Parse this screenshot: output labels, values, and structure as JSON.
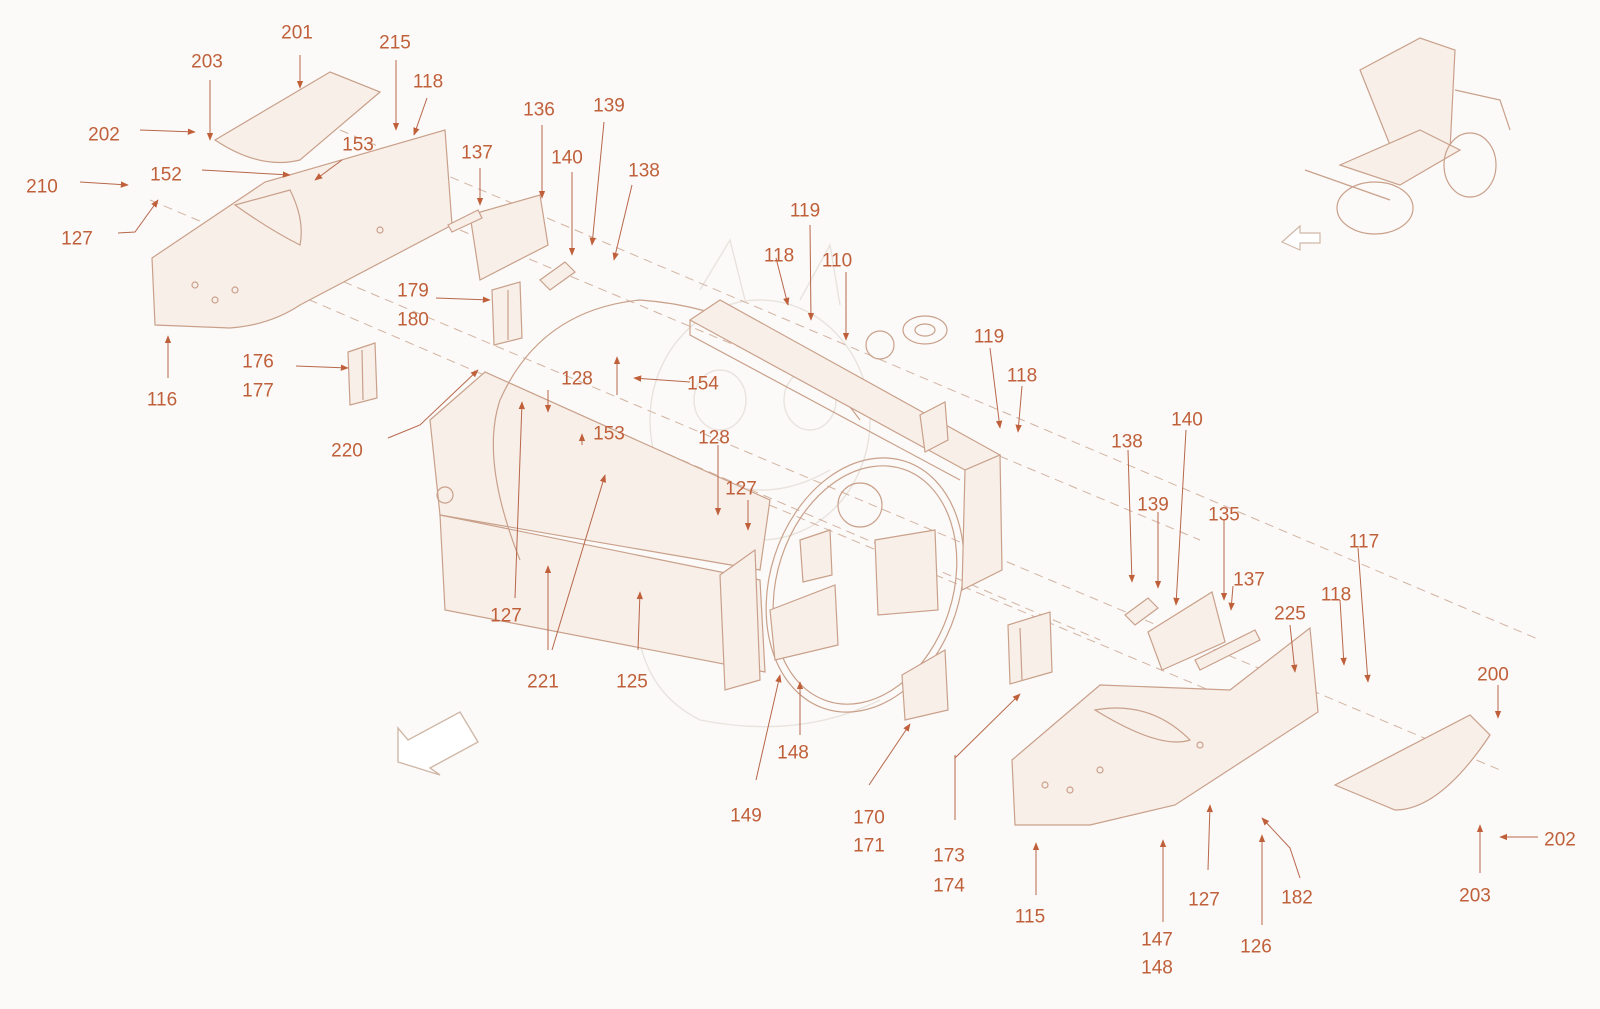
{
  "theme": {
    "label_color": "#c0603a",
    "line_color": "#c9a08a",
    "background": "#fbfaf8"
  },
  "labels": [
    {
      "id": "l201",
      "text": "201"
    },
    {
      "id": "l215",
      "text": "215"
    },
    {
      "id": "l203a",
      "text": "203"
    },
    {
      "id": "l118a",
      "text": "118"
    },
    {
      "id": "l202a",
      "text": "202"
    },
    {
      "id": "l153a",
      "text": "153"
    },
    {
      "id": "l137a",
      "text": "137"
    },
    {
      "id": "l152",
      "text": "152"
    },
    {
      "id": "l210",
      "text": "210"
    },
    {
      "id": "l127a",
      "text": "127"
    },
    {
      "id": "l136",
      "text": "136"
    },
    {
      "id": "l139a",
      "text": "139"
    },
    {
      "id": "l140a",
      "text": "140"
    },
    {
      "id": "l138a",
      "text": "138"
    },
    {
      "id": "l179",
      "text": "179"
    },
    {
      "id": "l180",
      "text": "180"
    },
    {
      "id": "l176",
      "text": "176"
    },
    {
      "id": "l177",
      "text": "177"
    },
    {
      "id": "l116",
      "text": "116"
    },
    {
      "id": "l220",
      "text": "220"
    },
    {
      "id": "l128a",
      "text": "128"
    },
    {
      "id": "l153b",
      "text": "153"
    },
    {
      "id": "l154",
      "text": "154"
    },
    {
      "id": "l128b",
      "text": "128"
    },
    {
      "id": "l127b",
      "text": "127"
    },
    {
      "id": "l127c",
      "text": "127"
    },
    {
      "id": "l221",
      "text": "221"
    },
    {
      "id": "l125",
      "text": "125"
    },
    {
      "id": "l149",
      "text": "149"
    },
    {
      "id": "l148a",
      "text": "148"
    },
    {
      "id": "l170",
      "text": "170"
    },
    {
      "id": "l171",
      "text": "171"
    },
    {
      "id": "l173",
      "text": "173"
    },
    {
      "id": "l174",
      "text": "174"
    },
    {
      "id": "l119a",
      "text": "119"
    },
    {
      "id": "l118b",
      "text": "118"
    },
    {
      "id": "l110",
      "text": "110"
    },
    {
      "id": "l119b",
      "text": "119"
    },
    {
      "id": "l118c",
      "text": "118"
    },
    {
      "id": "l138b",
      "text": "138"
    },
    {
      "id": "l140b",
      "text": "140"
    },
    {
      "id": "l139b",
      "text": "139"
    },
    {
      "id": "l135",
      "text": "135"
    },
    {
      "id": "l137b",
      "text": "137"
    },
    {
      "id": "l117",
      "text": "117"
    },
    {
      "id": "l225",
      "text": "225"
    },
    {
      "id": "l118d",
      "text": "118"
    },
    {
      "id": "l200",
      "text": "200"
    },
    {
      "id": "l202b",
      "text": "202"
    },
    {
      "id": "l203b",
      "text": "203"
    },
    {
      "id": "l182",
      "text": "182"
    },
    {
      "id": "l115",
      "text": "115"
    },
    {
      "id": "l127d",
      "text": "127"
    },
    {
      "id": "l126",
      "text": "126"
    },
    {
      "id": "l147",
      "text": "147"
    },
    {
      "id": "l148b",
      "text": "148"
    }
  ]
}
